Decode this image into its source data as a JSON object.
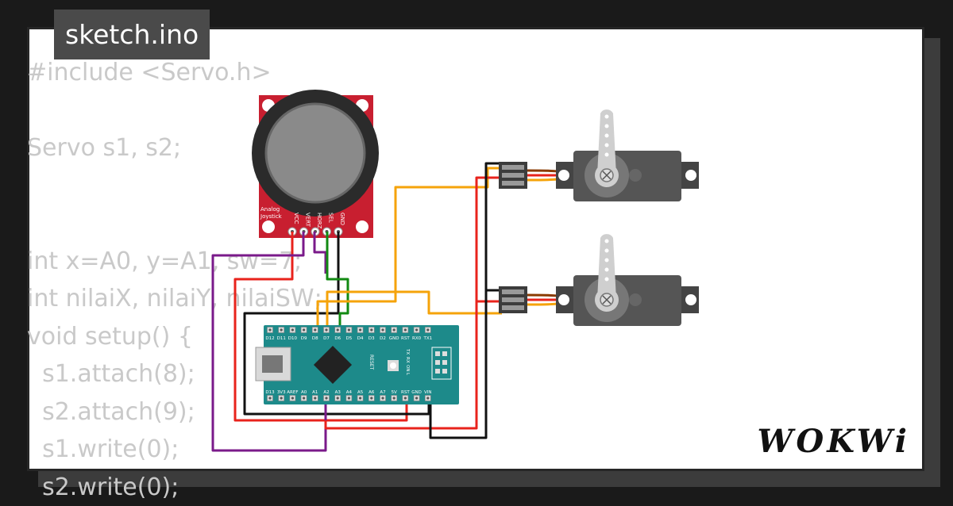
{
  "title": "sketch.ino",
  "logo": "WOKWi",
  "code_lines": [
    "#include <Servo.h>",
    "",
    "Servo s1, s2;",
    "",
    "",
    "int x=A0, y=A1, sw=7;",
    "int nilaiX, nilaiY, nilaiSW;",
    "void setup() {",
    "  s1.attach(8);",
    "  s2.attach(9);",
    "  s1.write(0);",
    "  s2.write(0);"
  ],
  "joystick": {
    "label_line1": "Analog",
    "label_line2": "Joystick",
    "pins": [
      "VCC",
      "VERT",
      "HORZ",
      "SEL",
      "GND"
    ]
  },
  "nano": {
    "top_pins": [
      "D12",
      "D11",
      "D10",
      "D9",
      "D8",
      "D7",
      "D6",
      "D5",
      "D4",
      "D3",
      "D2",
      "GND",
      "RST",
      "RX0",
      "TX1"
    ],
    "bottom_pins": [
      "D13",
      "3V3",
      "AREF",
      "A0",
      "A1",
      "A2",
      "A3",
      "A4",
      "A5",
      "A6",
      "A7",
      "5V",
      "RST",
      "GND",
      "VIN"
    ],
    "reset_label": "RESET",
    "led_labels": [
      "TX",
      "RX",
      "ON",
      "L"
    ]
  },
  "colors": {
    "wire_red": "#e8231c",
    "wire_black": "#111111",
    "wire_purple": "#7a1a8a",
    "wire_green": "#128a12",
    "wire_orange": "#f5a30a",
    "pcb_red": "#c81f30",
    "nano_teal": "#1d8a8a",
    "servo_gray": "#555555"
  }
}
